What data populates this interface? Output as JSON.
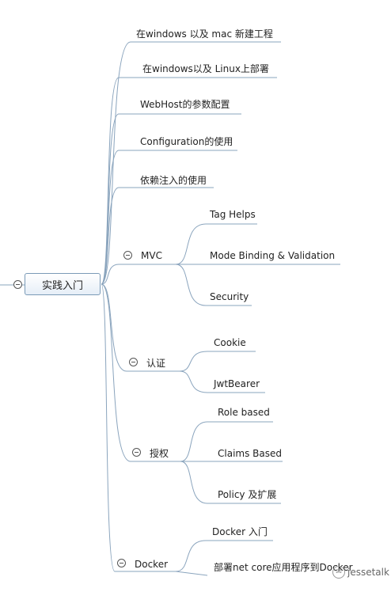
{
  "root": {
    "label": "实践入门"
  },
  "branches": [
    {
      "label": "在windows 以及 mac 新建工程"
    },
    {
      "label": "在windows以及 Linux上部署"
    },
    {
      "label": "WebHost的参数配置"
    },
    {
      "label": "Configuration的使用"
    },
    {
      "label": "依赖注入的使用"
    },
    {
      "label": "MVC",
      "children": [
        "Tag Helps",
        "Mode Binding & Validation",
        "Security"
      ]
    },
    {
      "label": "认证",
      "children": [
        "Cookie",
        "JwtBearer"
      ]
    },
    {
      "label": "授权",
      "children": [
        "Role based",
        "Claims Based",
        "Policy 及扩展"
      ]
    },
    {
      "label": "Docker",
      "children": [
        "Docker 入门",
        "部署net core应用程序到Docker"
      ]
    }
  ],
  "watermark": {
    "text": "jessetalk",
    "icon": "wechat-icon"
  },
  "colors": {
    "line": "#8aa4bd",
    "rootBorder": "#7a9ab7"
  }
}
